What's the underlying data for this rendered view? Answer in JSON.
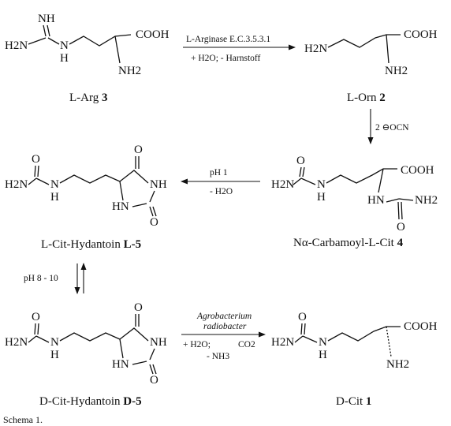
{
  "compounds": {
    "arg": {
      "label_prefix": "L-Arg",
      "label_num": "3",
      "nh": "NH",
      "h2n": "H2N",
      "n": "N",
      "h": "H",
      "cooh": "COOH",
      "nh2": "NH2"
    },
    "orn": {
      "label_prefix": "L-Orn",
      "label_num": "2",
      "h2n": "H2N",
      "cooh": "COOH",
      "nh2": "NH2"
    },
    "carbamoyl": {
      "label_prefix": "Nα-Carbamoyl-L-Cit",
      "label_num": "4",
      "o": "O",
      "h2n": "H2N",
      "n": "N",
      "h": "H",
      "cooh": "COOH",
      "hn": "HN",
      "nh2": "NH2",
      "o2": "O"
    },
    "l_hydantoin": {
      "label_prefix": "L-Cit-Hydantoin",
      "label_num": "L-5",
      "o": "O",
      "h2n": "H2N",
      "n": "N",
      "h": "H",
      "o_ring": "O",
      "nh": "NH",
      "hn": "HN",
      "o_bottom": "O"
    },
    "d_hydantoin": {
      "label_prefix": "D-Cit-Hydantoin",
      "label_num": "D-5",
      "o": "O",
      "h2n": "H2N",
      "n": "N",
      "h": "H",
      "o_ring": "O",
      "nh": "NH",
      "hn": "HN",
      "o_bottom": "O"
    },
    "dcit": {
      "label_prefix": "D-Cit",
      "label_num": "1",
      "o": "O",
      "h2n": "H2N",
      "n": "N",
      "h": "H",
      "cooh": "COOH",
      "nh2": "NH2"
    }
  },
  "reactions": {
    "arg_to_orn": {
      "line1": "L-Arginase E.C.3.5.3.1",
      "line2": "+ H2O; - Harnstoff"
    },
    "orn_to_carbamoyl": {
      "line1": "2 ⊖OCN"
    },
    "carbamoyl_to_hydantoin": {
      "line1": "pH 1",
      "line2": "- H2O"
    },
    "racemization": {
      "line1": "pH 8 - 10"
    },
    "enzymatic": {
      "line1": "Agrobacterium",
      "line2": "radiobacter",
      "line3": "+ H2O;",
      "line4": "CO2",
      "line5": "- NH3"
    }
  },
  "caption": "Schema 1."
}
